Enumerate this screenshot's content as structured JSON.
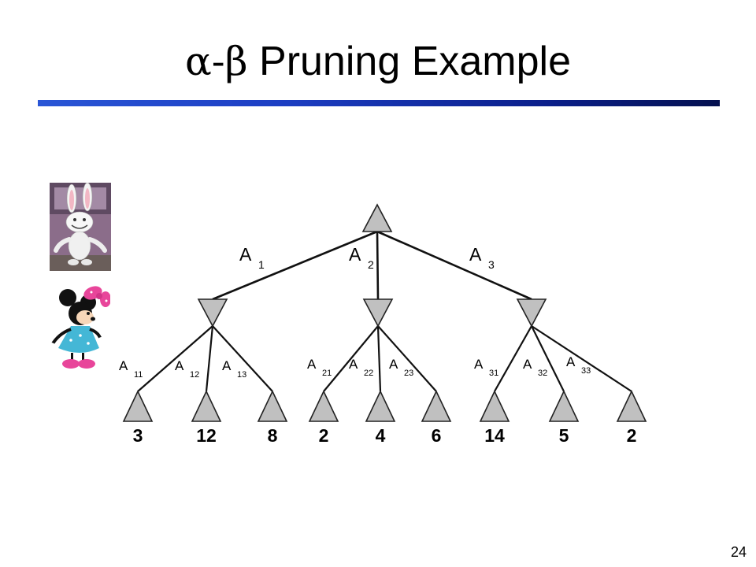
{
  "slide": {
    "title_greek": "α-β",
    "title_text": "Pruning Example",
    "page_number": "24"
  },
  "players": [
    {
      "icon": "max-bunny-icon"
    },
    {
      "icon": "minnie-mouse-icon"
    }
  ],
  "tree": {
    "root_label": "",
    "level1_edges": [
      {
        "base": "A",
        "sub": "1"
      },
      {
        "base": "A",
        "sub": "2"
      },
      {
        "base": "A",
        "sub": "3"
      }
    ],
    "level2_edges": [
      {
        "base": "A",
        "sub": "11"
      },
      {
        "base": "A",
        "sub": "12"
      },
      {
        "base": "A",
        "sub": "13"
      },
      {
        "base": "A",
        "sub": "21"
      },
      {
        "base": "A",
        "sub": "22"
      },
      {
        "base": "A",
        "sub": "23"
      },
      {
        "base": "A",
        "sub": "31"
      },
      {
        "base": "A",
        "sub": "32"
      },
      {
        "base": "A",
        "sub": "33"
      }
    ],
    "leaf_values": [
      "3",
      "12",
      "8",
      "2",
      "4",
      "6",
      "14",
      "5",
      "2"
    ],
    "node_fill": "#c0c0c0"
  }
}
